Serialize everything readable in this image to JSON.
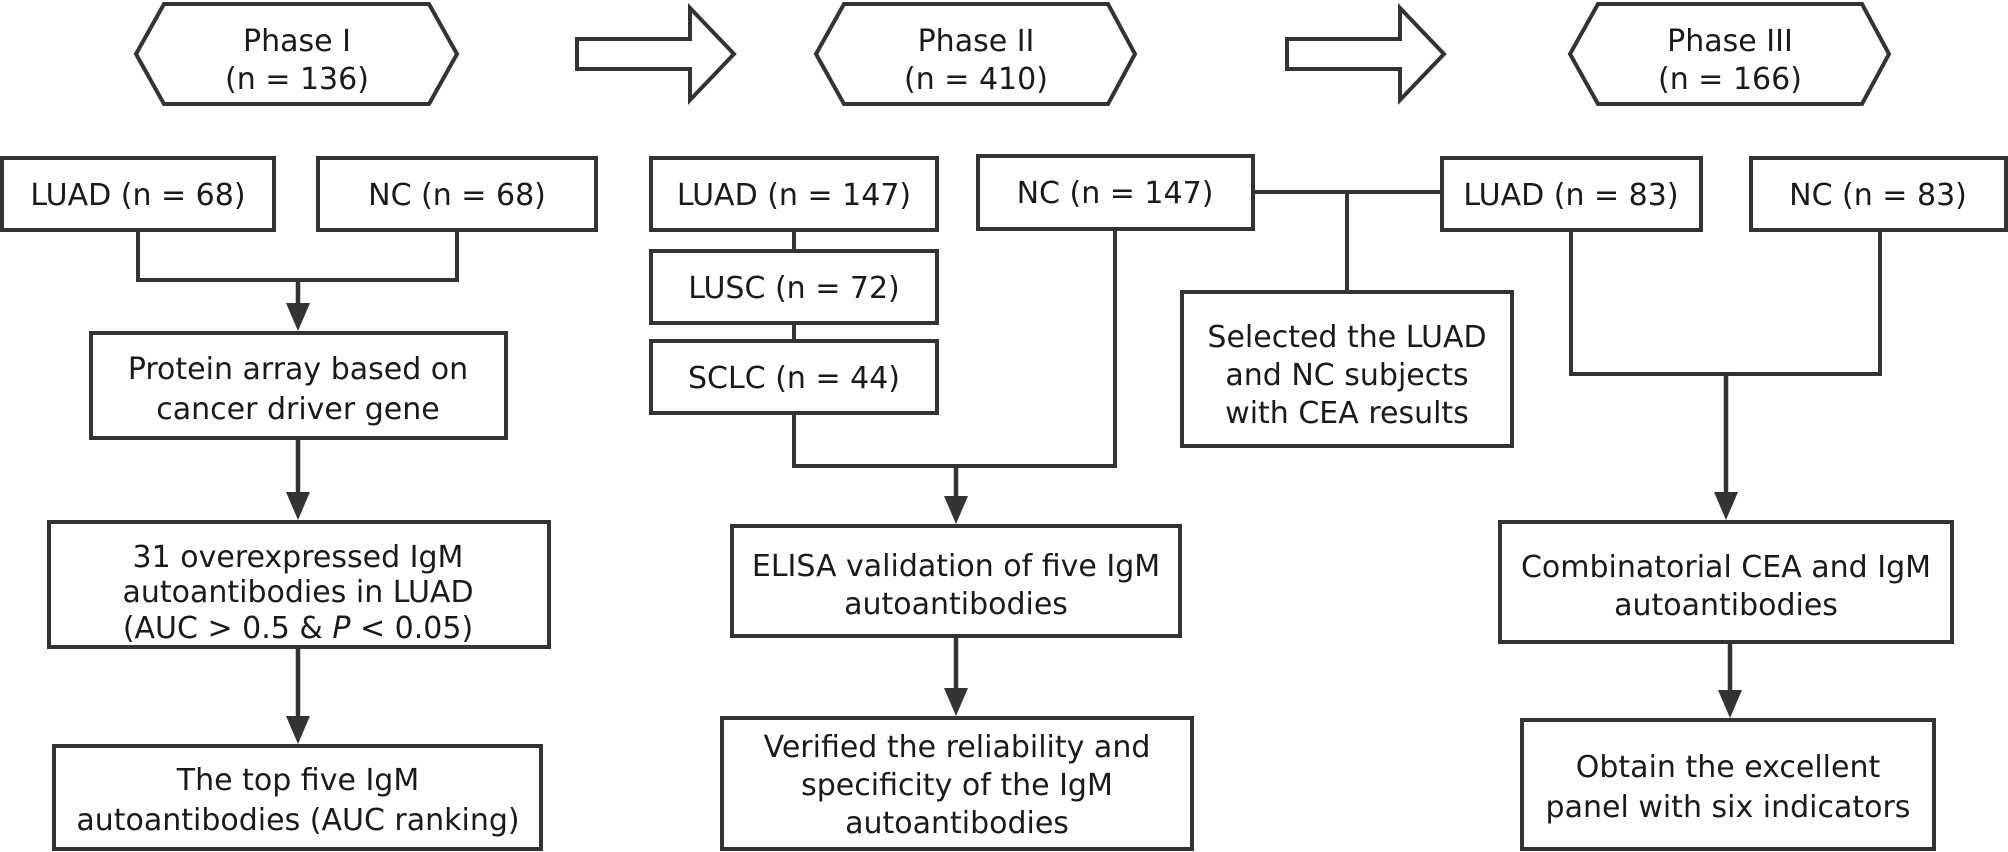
{
  "phases": [
    {
      "title": "Phase I",
      "count": "(n = 136)"
    },
    {
      "title": "Phase II",
      "count": "(n = 410)"
    },
    {
      "title": "Phase III",
      "count": "(n = 166)"
    }
  ],
  "phase1": {
    "luad": "LUAD (n = 68)",
    "nc": "NC (n = 68)",
    "array": [
      "Protein array based on",
      "cancer driver gene"
    ],
    "overexpressed": {
      "line1": "31 overexpressed IgM",
      "line2": "autoantibodies in LUAD",
      "line3_start": "(AUC > 0.5 & ",
      "line3_p": "P",
      "line3_end": " < 0.05)"
    },
    "top": [
      "The top five IgM",
      "autoantibodies (AUC ranking)"
    ]
  },
  "phase2": {
    "luad": "LUAD (n = 147)",
    "lusc": "LUSC (n = 72)",
    "sclc": "SCLC (n = 44)",
    "nc": "NC (n = 147)",
    "elisa": [
      "ELISA validation of five IgM",
      "autoantibodies"
    ],
    "verified": [
      "Verified the reliability and",
      "specificity of the IgM",
      "autoantibodies"
    ]
  },
  "selected": [
    "Selected the LUAD",
    "and NC subjects",
    "with CEA results"
  ],
  "phase3": {
    "luad": "LUAD (n = 83)",
    "nc": "NC (n = 83)",
    "combo": [
      "Combinatorial CEA and IgM",
      "autoantibodies"
    ],
    "panel": [
      "Obtain the excellent",
      "panel with six indicators"
    ]
  }
}
